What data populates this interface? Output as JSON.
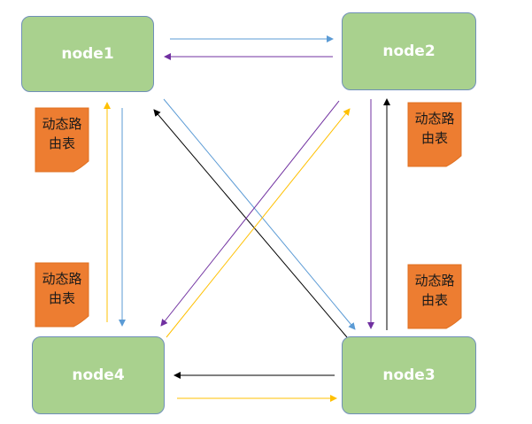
{
  "nodes": [
    {
      "id": "node1",
      "label": "node1"
    },
    {
      "id": "node2",
      "label": "node2"
    },
    {
      "id": "node3",
      "label": "node3"
    },
    {
      "id": "node4",
      "label": "node4"
    }
  ],
  "routing_table": {
    "line1": "动态路",
    "line2": "由表"
  },
  "colors": {
    "node_fill": "#a9d18e",
    "node_border": "#6f8fb8",
    "note_fill": "#ed7d31",
    "arrow_blue": "#5b9bd5",
    "arrow_purple": "#7030a0",
    "arrow_yellow": "#ffc000",
    "arrow_black": "#000000"
  },
  "edges": [
    {
      "from": "node1",
      "to": "node2",
      "color": "blue"
    },
    {
      "from": "node2",
      "to": "node1",
      "color": "purple"
    },
    {
      "from": "node1",
      "to": "node4",
      "color": "blue"
    },
    {
      "from": "node4",
      "to": "node1",
      "color": "yellow"
    },
    {
      "from": "node1",
      "to": "node3",
      "color": "blue"
    },
    {
      "from": "node3",
      "to": "node1",
      "color": "black"
    },
    {
      "from": "node2",
      "to": "node4",
      "color": "purple"
    },
    {
      "from": "node4",
      "to": "node2",
      "color": "yellow"
    },
    {
      "from": "node2",
      "to": "node3",
      "color": "purple"
    },
    {
      "from": "node3",
      "to": "node2",
      "color": "black"
    },
    {
      "from": "node3",
      "to": "node4",
      "color": "black"
    },
    {
      "from": "node4",
      "to": "node3",
      "color": "yellow"
    }
  ]
}
